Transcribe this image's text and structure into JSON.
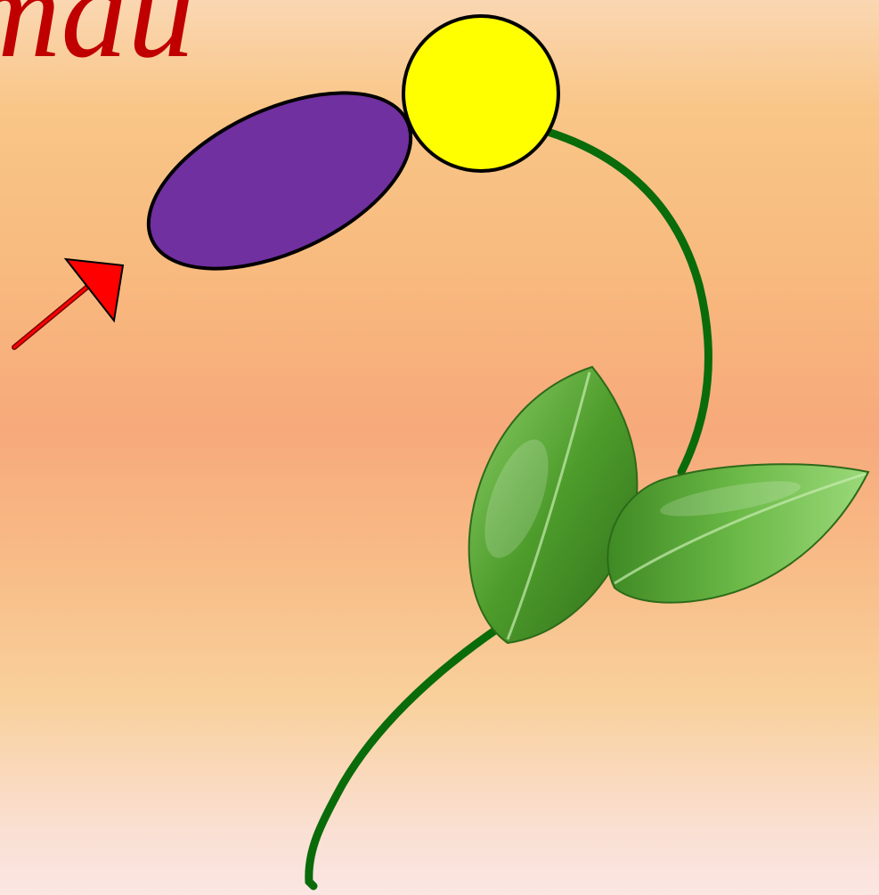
{
  "title_fragment": "mau",
  "colors": {
    "background_top": "#fad7b2",
    "background_bottom": "#fbe6e3",
    "title": "#c00000",
    "stem": "#0a6b0a",
    "yellow_circle": "#ffff00",
    "purple_ellipse": "#7030a0",
    "arrow": "#ff0000",
    "leaves": "#5aa832"
  },
  "shapes": {
    "circle": "yellow-circle",
    "ellipse": "purple-ellipse",
    "arrow": "red-arrow",
    "stem": "green-stem",
    "leaves": "green-leaves"
  }
}
